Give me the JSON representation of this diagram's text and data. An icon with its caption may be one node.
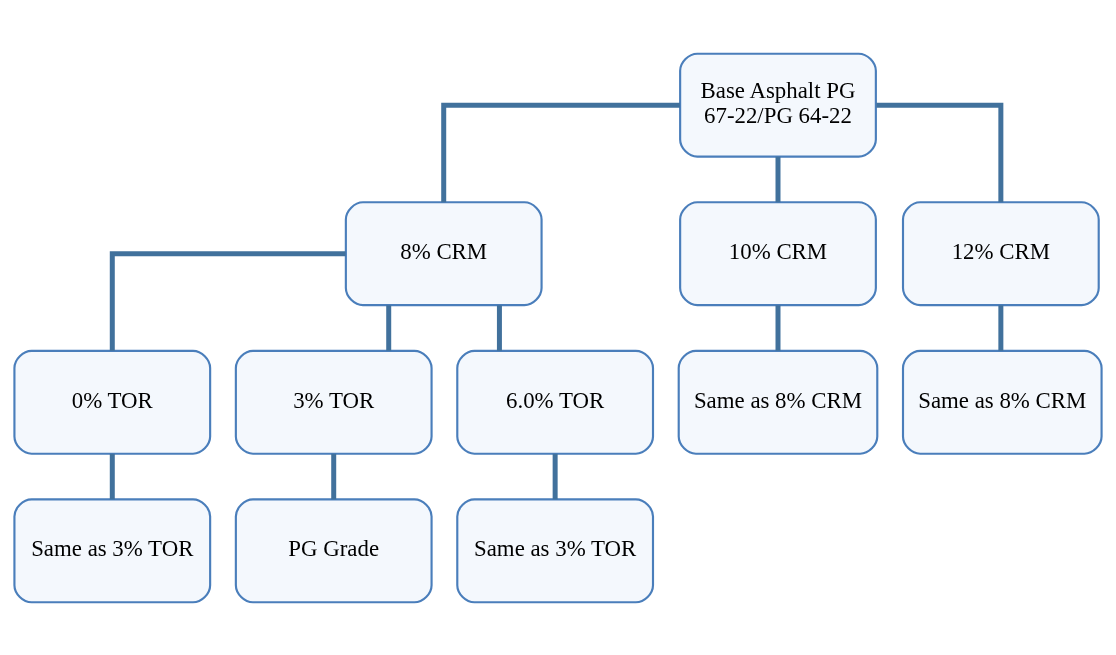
{
  "diagram": {
    "nodes": [
      {
        "text": [
          "Base Asphalt PG 67-22/PG 64-22"
        ]
      },
      {
        "text": [
          "8% CRM"
        ]
      },
      {
        "text": [
          "10% CRM"
        ]
      },
      {
        "text": [
          "12% CRM"
        ]
      },
      {
        "text": [
          "0% TOR"
        ]
      },
      {
        "text": [
          "3% TOR"
        ]
      },
      {
        "text": [
          "6.0% TOR"
        ]
      },
      {
        "text": [
          "Same as 8% CRM"
        ]
      },
      {
        "text": [
          "Same as 8% CRM"
        ]
      },
      {
        "text": [
          "Same as 3% TOR"
        ]
      },
      {
        "text": [
          "PG Grade"
        ]
      },
      {
        "text": [
          "Same as 3% TOR"
        ]
      }
    ],
    "edges": [
      {
        "from": 0,
        "to": 1,
        "arrow": "none"
      },
      {
        "from": 0,
        "to": 2,
        "arrow": "none"
      },
      {
        "from": 0,
        "to": 3,
        "arrow": "none"
      },
      {
        "from": 1,
        "to": 4,
        "arrow": "none"
      },
      {
        "from": 1,
        "to": 5,
        "arrow": "none"
      },
      {
        "from": 1,
        "to": 6,
        "arrow": "none"
      },
      {
        "from": 2,
        "to": 7,
        "arrow": "none"
      },
      {
        "from": 3,
        "to": 8,
        "arrow": "none"
      },
      {
        "from": 4,
        "to": 9,
        "arrow": "none"
      },
      {
        "from": 5,
        "to": 10,
        "arrow": "none"
      },
      {
        "from": 6,
        "to": 11,
        "arrow": "none"
      }
    ]
  }
}
